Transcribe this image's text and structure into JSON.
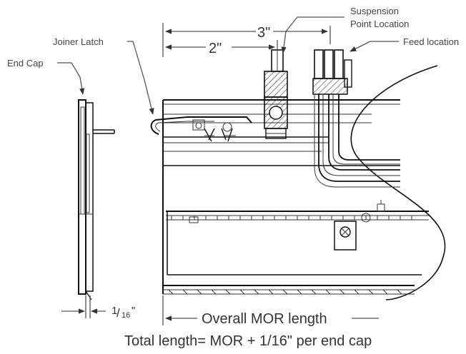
{
  "labels": {
    "end_cap": "End Cap",
    "joiner_latch": "Joiner Latch",
    "suspension_point_line1": "Suspension",
    "suspension_point_line2": "Point Location",
    "feed_location": "Feed location",
    "dim_3in": "3\"",
    "dim_2in": "2\"",
    "dim_sixteenth_num": "1",
    "dim_sixteenth_den": "16",
    "dim_sixteenth_inch": "\"",
    "overall_length": "Overall MOR length",
    "total_length": "Total length= MOR + 1/16\" per end cap"
  },
  "colors": {
    "line": "#111111",
    "label_text": "#444444",
    "background": "#ffffff"
  }
}
